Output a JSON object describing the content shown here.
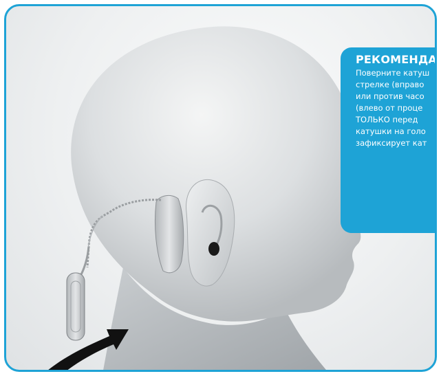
{
  "callout": {
    "title": "РЕКОМЕНДА",
    "lines": [
      "Поверните катуш",
      "стрелке (вправо",
      "или против часо",
      "(влево от проце",
      "ТОЛЬКО перед",
      "катушки на голо",
      "зафиксирует кат"
    ]
  },
  "colors": {
    "accent": "#1ea3d6",
    "arrow": "#111111"
  },
  "icons": {
    "rotation_arrow": "curved-arrow-icon"
  }
}
